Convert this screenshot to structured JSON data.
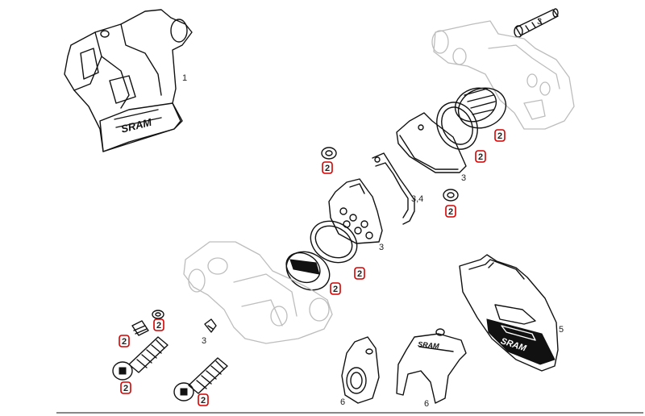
{
  "brand_text": "SRAM",
  "accent_color": "#d40000",
  "part_labels": {
    "caliper_body": "1",
    "banjo_bolt": "3",
    "pad_spring": "3,4",
    "brake_pad": "3",
    "bolt_pin": "3",
    "caliper_shield": "5",
    "bleed_block": "6",
    "pad_spacer": "6"
  },
  "callouts": {
    "piston_top": "2",
    "seal_top": "2",
    "oring_upper": "2",
    "oring_right": "2",
    "piston_lower": "2",
    "seal_lower": "2",
    "washer_left": "2",
    "crush_washer": "2",
    "bolt_left": "2",
    "bolt_right": "2"
  }
}
